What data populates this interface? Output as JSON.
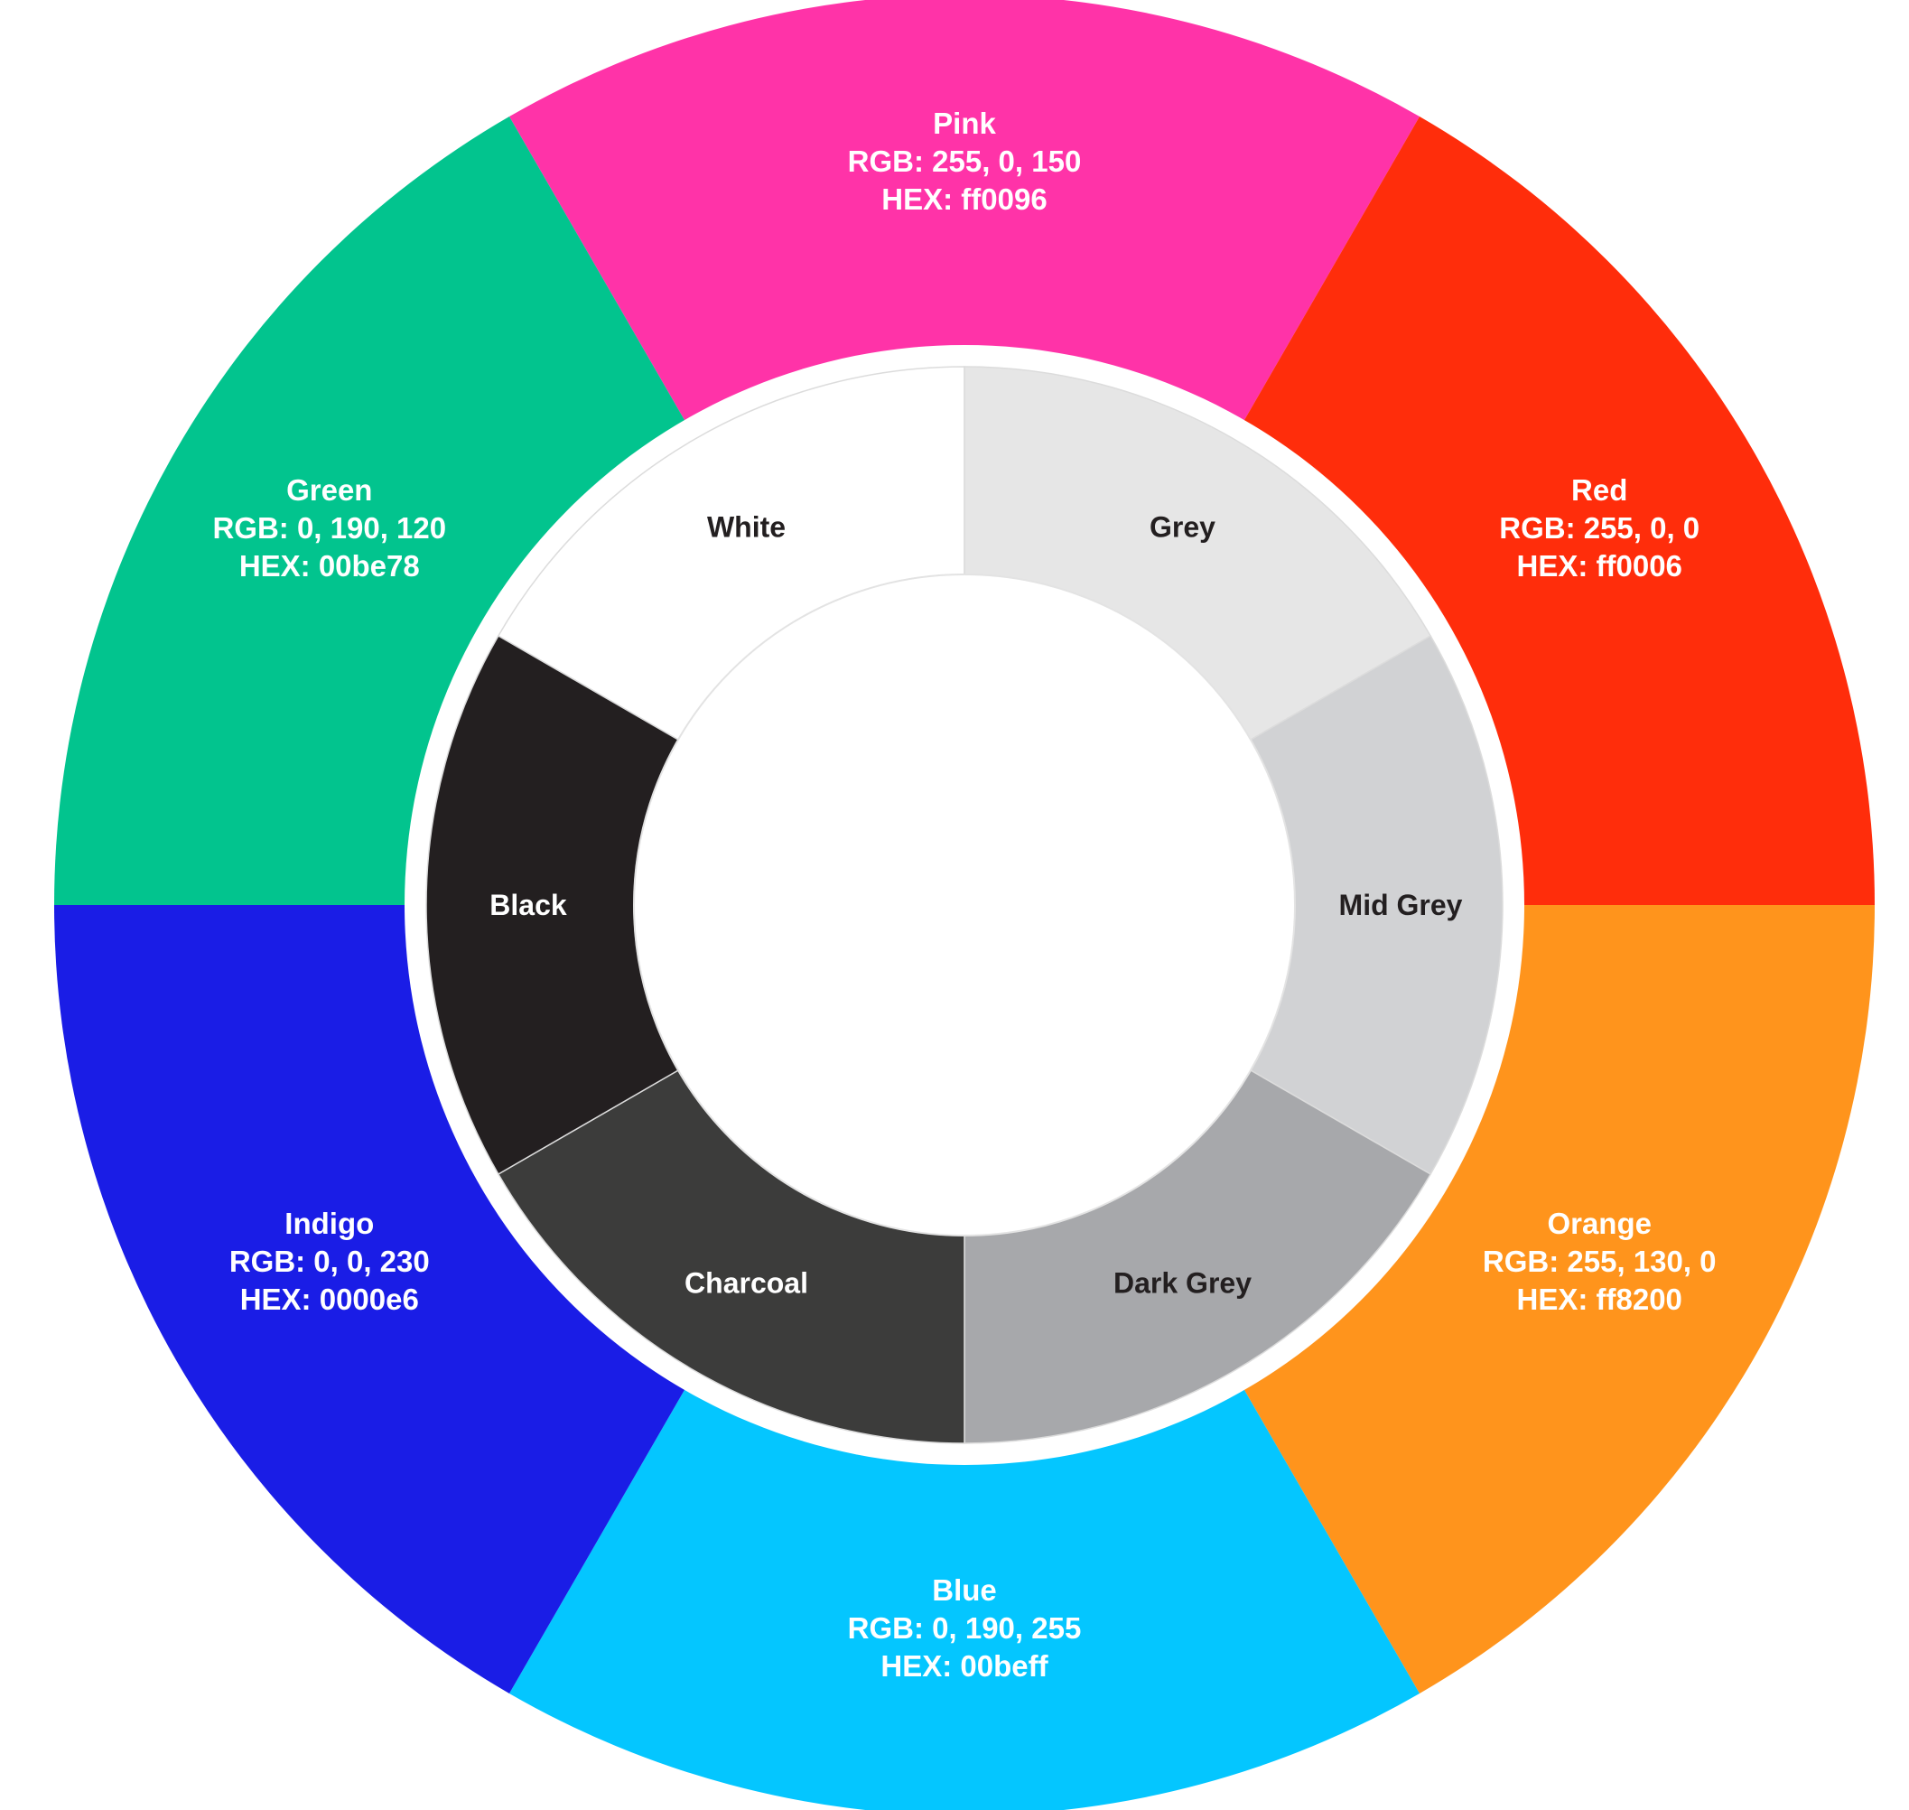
{
  "outer_segments": [
    {
      "name": "Pink",
      "rgb": "RGB:  255, 0, 150",
      "hex": "HEX: ff0096",
      "color": "#ff33a8"
    },
    {
      "name": "Red",
      "rgb": "RGB:  255, 0, 0",
      "hex": "HEX: ff0006",
      "color": "#ff2d0b"
    },
    {
      "name": "Orange",
      "rgb": "RGB:  255, 130, 0",
      "hex": "HEX: ff8200",
      "color": "#ff941c"
    },
    {
      "name": "Blue",
      "rgb": "RGB:  0, 190, 255",
      "hex": "HEX: 00beff",
      "color": "#04c6ff"
    },
    {
      "name": "Indigo",
      "rgb": "RGB:  0, 0, 230",
      "hex": "HEX: 0000e6",
      "color": "#1a1de6"
    },
    {
      "name": "Green",
      "rgb": "RGB:  0, 190, 120",
      "hex": "HEX: 00be78",
      "color": "#02c48e"
    }
  ],
  "inner_segments": [
    {
      "name": "White",
      "color": "#ffffff",
      "text_color": "#231f20"
    },
    {
      "name": "Grey",
      "color": "#e6e6e6",
      "text_color": "#231f20"
    },
    {
      "name": "Mid Grey",
      "color": "#d1d2d4",
      "text_color": "#231f20"
    },
    {
      "name": "Dark Grey",
      "color": "#a7a8ab",
      "text_color": "#231f20"
    },
    {
      "name": "Charcoal",
      "color": "#3c3c3b",
      "text_color": "#ffffff"
    },
    {
      "name": "Black",
      "color": "#231f20",
      "text_color": "#ffffff"
    }
  ]
}
